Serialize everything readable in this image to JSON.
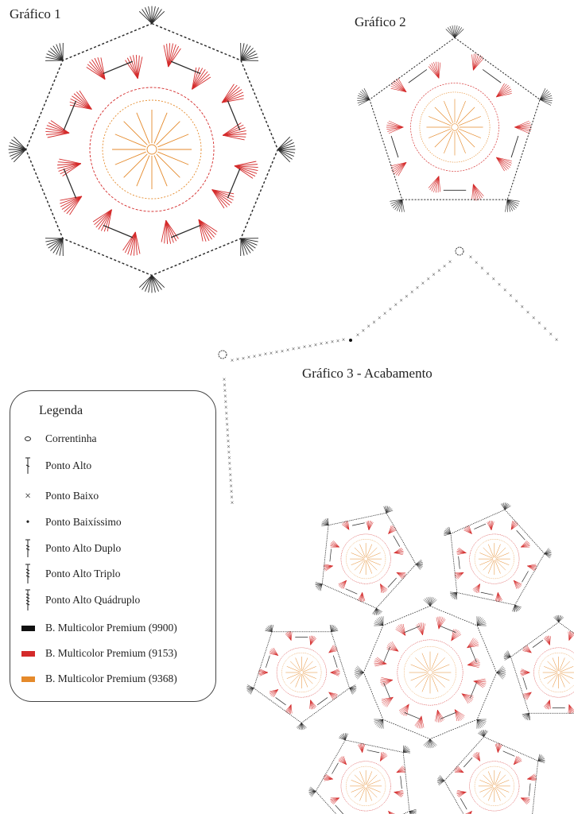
{
  "titles": {
    "chart1": "Gráfico 1",
    "chart2": "Gráfico 2",
    "chart3": "Gráfico 3 - Acabamento"
  },
  "legend": {
    "title": "Legenda",
    "items": [
      {
        "icon": "chain-icon",
        "label": "Correntinha"
      },
      {
        "icon": "double-crochet-icon",
        "label": "Ponto Alto"
      },
      {
        "icon": "single-crochet-icon",
        "label": "Ponto Baixo"
      },
      {
        "icon": "slip-stitch-icon",
        "label": "Ponto Baixíssimo"
      },
      {
        "icon": "treble-crochet-icon",
        "label": "Ponto Alto Duplo"
      },
      {
        "icon": "double-treble-icon",
        "label": "Ponto Alto Triplo"
      },
      {
        "icon": "triple-treble-icon",
        "label": "Ponto Alto Quádruplo"
      },
      {
        "icon": "color-swatch-icon",
        "label": "B. Multicolor Premium (9900)",
        "color": "#111111"
      },
      {
        "icon": "color-swatch-icon",
        "label": "B. Multicolor Premium (9153)",
        "color": "#d42a2a"
      },
      {
        "icon": "color-swatch-icon",
        "label": "B. Multicolor Premium (9368)",
        "color": "#e58a2b"
      }
    ]
  },
  "colors": {
    "black": "#2a2a2a",
    "red": "#d42a2a",
    "orange": "#e58a2b"
  }
}
